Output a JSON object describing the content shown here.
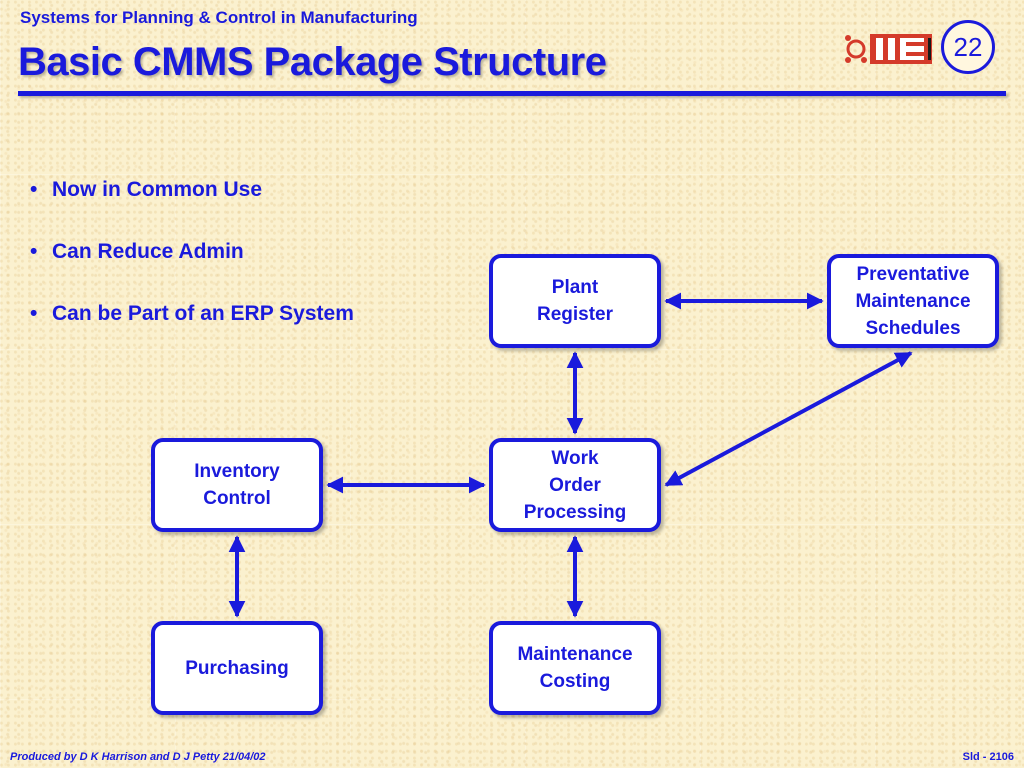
{
  "header": {
    "supertitle": "Systems for Planning & Control in Manufacturing",
    "title": "Basic CMMS Package Structure",
    "logo_text": "IIE",
    "slide_number": "22"
  },
  "bullets": [
    "Now in Common Use",
    "Can Reduce Admin",
    "Can be Part of an ERP System"
  ],
  "diagram": {
    "nodes": {
      "plant_register": "Plant\nRegister",
      "pm_schedules": "Preventative\nMaintenance\nSchedules",
      "inventory_control": "Inventory\nControl",
      "work_order": "Work\nOrder\nProcessing",
      "purchasing": "Purchasing",
      "maintenance_costing": "Maintenance\nCosting"
    },
    "links": [
      [
        "plant_register",
        "pm_schedules"
      ],
      [
        "plant_register",
        "work_order"
      ],
      [
        "pm_schedules",
        "work_order"
      ],
      [
        "inventory_control",
        "work_order"
      ],
      [
        "inventory_control",
        "purchasing"
      ],
      [
        "work_order",
        "maintenance_costing"
      ]
    ]
  },
  "footer": {
    "credit": "Produced by D K Harrison and D J Petty 21/04/02",
    "slide_ref": "Sld - 2106"
  },
  "colors": {
    "accent": "#1a1adc",
    "background": "#fbf1cf",
    "box_fill": "#ffffff"
  }
}
